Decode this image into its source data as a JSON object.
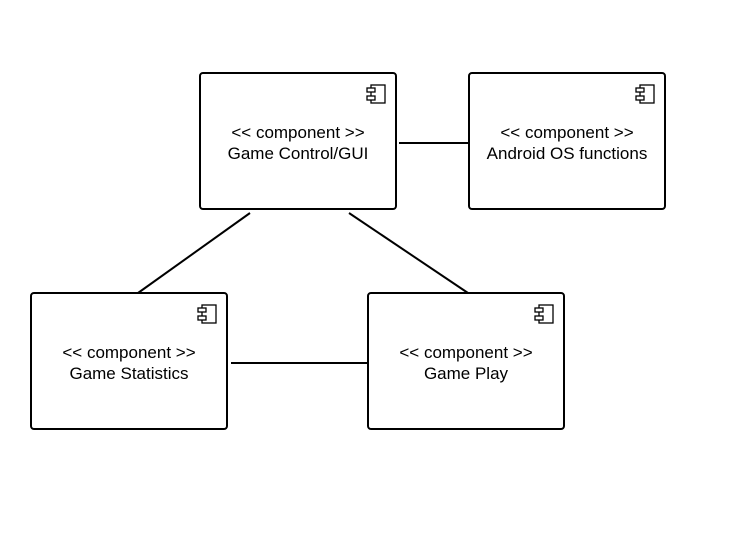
{
  "diagram": {
    "components": [
      {
        "id": "game-control-gui",
        "stereotype": "<< component >>",
        "name": "Game Control/GUI",
        "icon": "component-icon"
      },
      {
        "id": "android-os-functions",
        "stereotype": "<< component >>",
        "name": "Android OS functions",
        "icon": "component-icon"
      },
      {
        "id": "game-statistics",
        "stereotype": "<< component >>",
        "name": "Game Statistics",
        "icon": "component-icon"
      },
      {
        "id": "game-play",
        "stereotype": "<< component >>",
        "name": "Game Play",
        "icon": "component-icon"
      }
    ],
    "connections": [
      {
        "from": "game-control-gui",
        "to": "android-os-functions"
      },
      {
        "from": "game-control-gui",
        "to": "game-statistics"
      },
      {
        "from": "game-control-gui",
        "to": "game-play"
      },
      {
        "from": "game-statistics",
        "to": "game-play"
      }
    ],
    "colors": {
      "stroke": "#000000",
      "background": "#ffffff"
    }
  }
}
